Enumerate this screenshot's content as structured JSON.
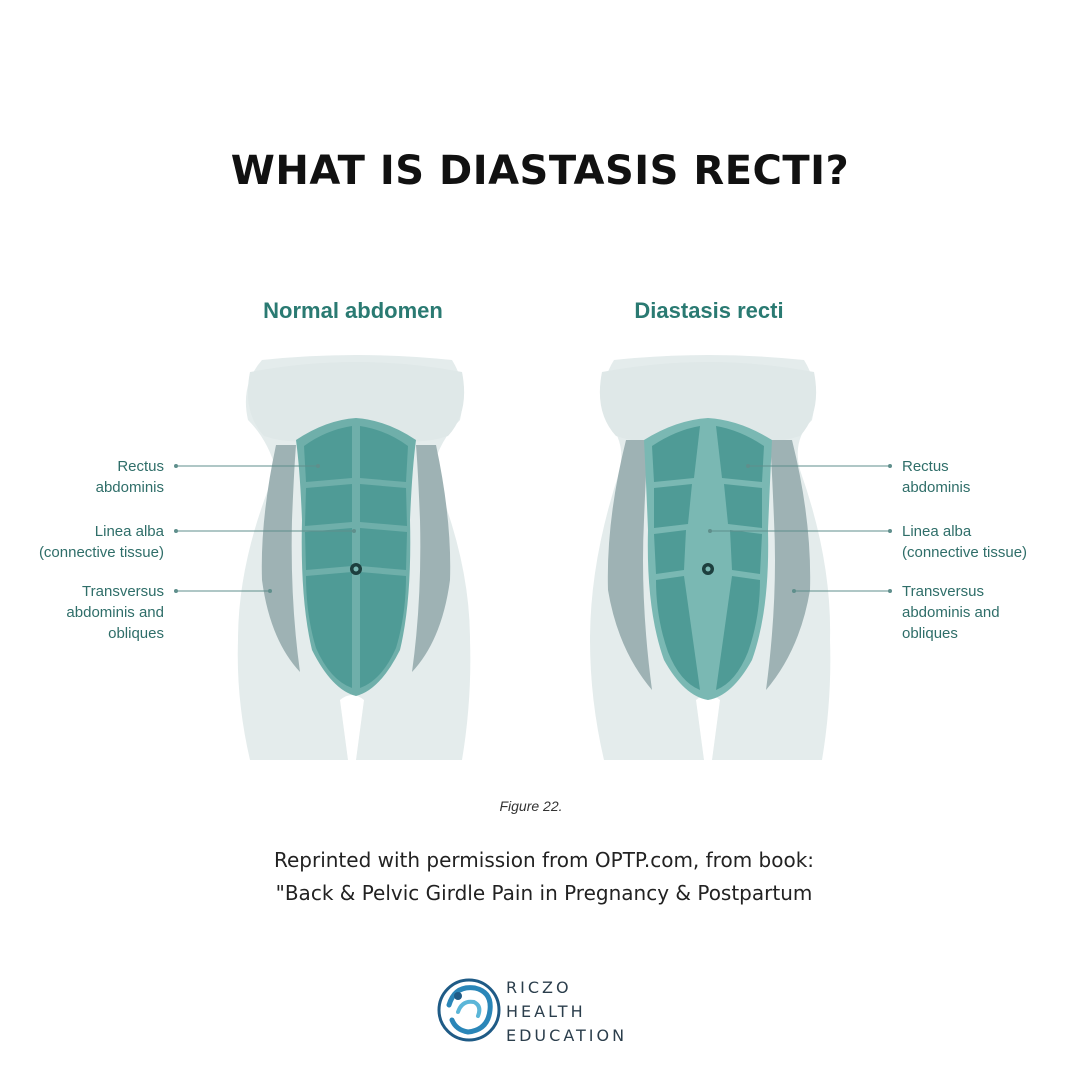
{
  "title": "WHAT IS DIASTASIS RECTI?",
  "panels": {
    "normal_title": "Normal abdomen",
    "diastasis_title": "Diastasis recti"
  },
  "labels": {
    "rectus": "Rectus\nabdominis",
    "linea": "Linea alba\n(connective tissue)",
    "transversus": "Transversus\nabdominis and\nobliques"
  },
  "figure_caption": "Figure 22.",
  "credit": {
    "line1": "Reprinted with permission from OPTP.com, from book:",
    "line2": "\"Back & Pelvic Girdle Pain in Pregnancy & Postpartum"
  },
  "logo": {
    "line1": "RICZO",
    "line2": "HEALTH",
    "line3": "EDUCATION"
  },
  "colors": {
    "teal_dark": "#2a7a72",
    "muscle": "#4f9b96",
    "linea": "#7ab8b3",
    "body": "#e4ecec",
    "obliques": "#9eb2b4"
  }
}
